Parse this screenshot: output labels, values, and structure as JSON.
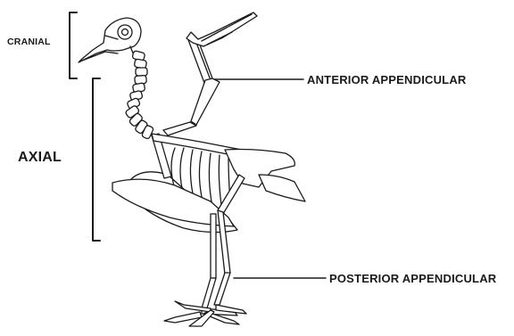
{
  "figure": {
    "subject": "bird-skeleton",
    "line_color": "#1a1a1a",
    "bone_fill": "#ffffff",
    "background": "#ffffff"
  },
  "labels": {
    "cranial": "CRANIAL",
    "axial": "AXIAL",
    "anterior_appendicular": "ANTERIOR APPENDICULAR",
    "posterior_appendicular": "POSTERIOR APPENDICULAR"
  }
}
